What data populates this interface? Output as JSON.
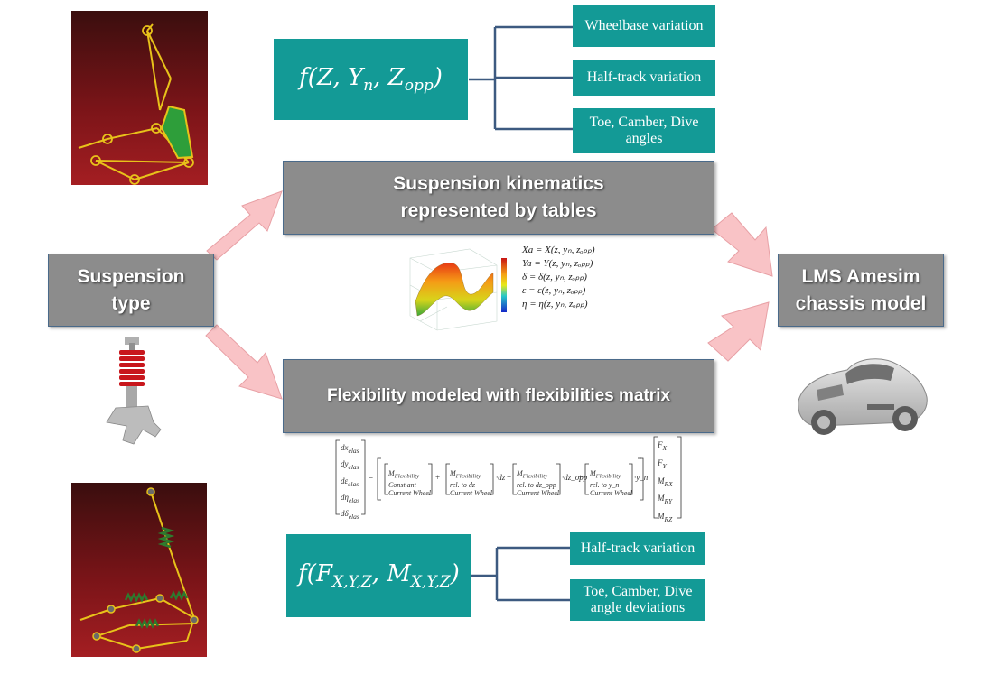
{
  "top_function": {
    "prefix": "f",
    "args": [
      "Z",
      "Y",
      "n",
      "Z",
      "opp"
    ]
  },
  "top_outputs": [
    "Wheelbase variation",
    "Half-track variation",
    "Toe, Camber, Dive angles"
  ],
  "kinematics_box": {
    "line1": "Suspension kinematics",
    "line2": "represented by tables"
  },
  "suspension_box": {
    "line1": "Suspension",
    "line2": "type"
  },
  "flexibility_box": {
    "label": "Flexibility modeled with flexibilities matrix"
  },
  "amesim_box": {
    "line1": "LMS Amesim",
    "line2": "chassis model"
  },
  "kinematics_equations": [
    "Xa = X(z, yₙ, zₒₚₚ)",
    "Ya = Y(z, yₙ, zₒₚₚ)",
    "δ = δ(z, yₙ, zₒₚₚ)",
    "ε = ε(z, yₙ, zₒₚₚ)",
    "η = η(z, yₙ, zₒₚₚ)"
  ],
  "bottom_function": {
    "prefix": "f",
    "args": [
      "F",
      "X,Y,Z",
      "M",
      "X,Y,Z"
    ]
  },
  "bottom_outputs": [
    "Half-track variation",
    "Toe, Camber, Dive angle deviations"
  ],
  "matrix_equation": {
    "left_vector": [
      "dx",
      "dy",
      "dε",
      "dη",
      "dδ"
    ],
    "left_sub": "elas",
    "term_label": "M",
    "term_sub": "Flexibility",
    "term_notes": [
      "Const ant",
      "rel. to dz",
      "rel. to dz_opp",
      "rel. to y_n"
    ],
    "term_note2": "Current Wheel",
    "multipliers": [
      "·dz",
      "·dz_opp",
      "·y_n"
    ],
    "right_vector": [
      "F",
      "F",
      "M",
      "M",
      "M"
    ],
    "right_subs": [
      "X",
      "Y",
      "RX",
      "RY",
      "RZ"
    ]
  },
  "colors": {
    "teal": "#139a96",
    "box_gray": "#8c8c8c",
    "arrow_pink": "#f9c3c6",
    "connector": "#3d5a80",
    "photo_bg_top": "#3a0e0e",
    "photo_bg_bottom": "#a41e22",
    "linkage": "#e8c21a"
  }
}
